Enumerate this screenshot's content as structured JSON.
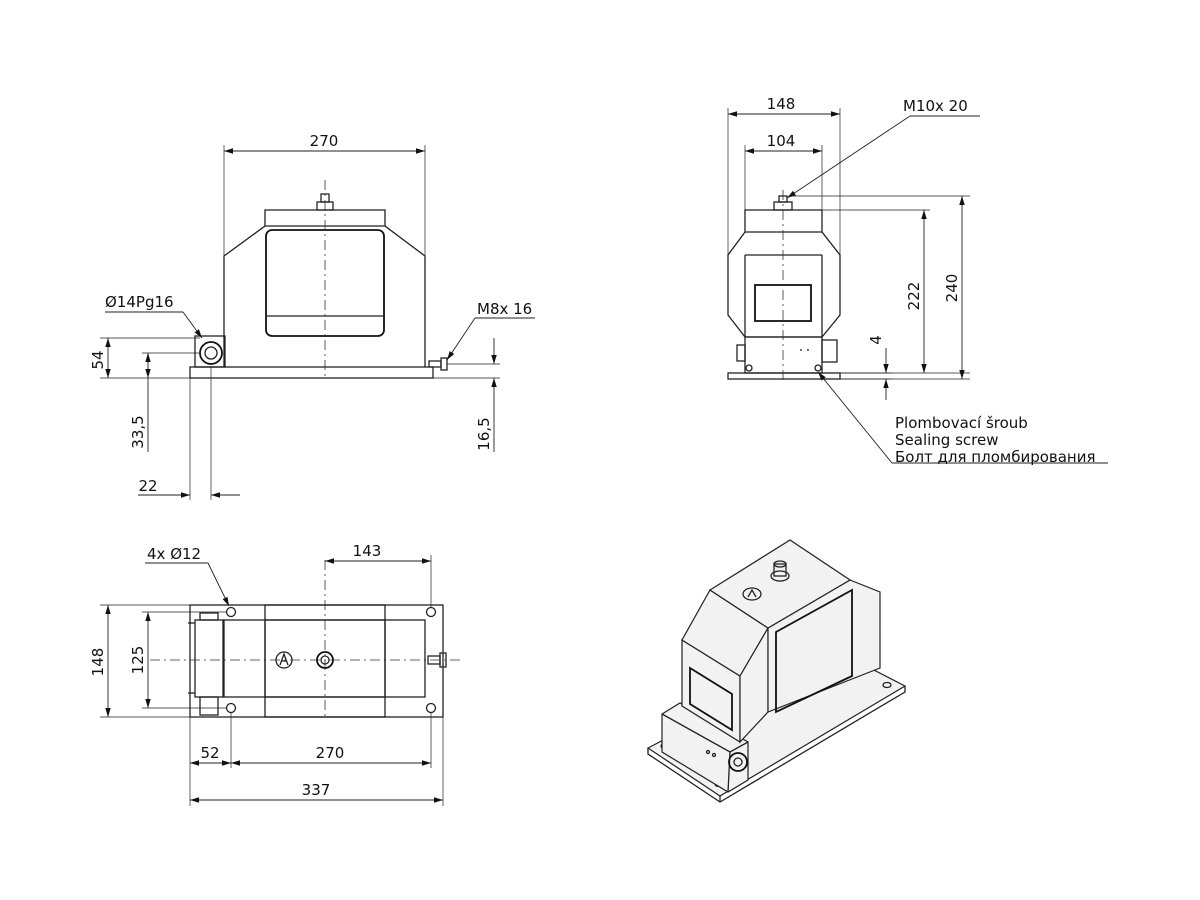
{
  "front_view": {
    "width_270": "270",
    "gland_label": "Ø14Pg16",
    "bolt_label": "M8x 16",
    "dim_54": "54",
    "dim_33_5": "33,5",
    "dim_22": "22",
    "dim_16_5": "16,5"
  },
  "side_view": {
    "dim_148": "148",
    "dim_104": "104",
    "terminal_label": "M10x 20",
    "dim_222": "222",
    "dim_240": "240",
    "dim_4": "4",
    "seal_note_cz": "Plombovací šroub",
    "seal_note_en": "Sealing screw",
    "seal_note_ru": "Болт для пломбирования"
  },
  "top_view": {
    "holes_label": "4x Ø12",
    "dim_143": "143",
    "dim_148": "148",
    "dim_125": "125",
    "dim_52": "52",
    "dim_270": "270",
    "dim_337": "337"
  }
}
